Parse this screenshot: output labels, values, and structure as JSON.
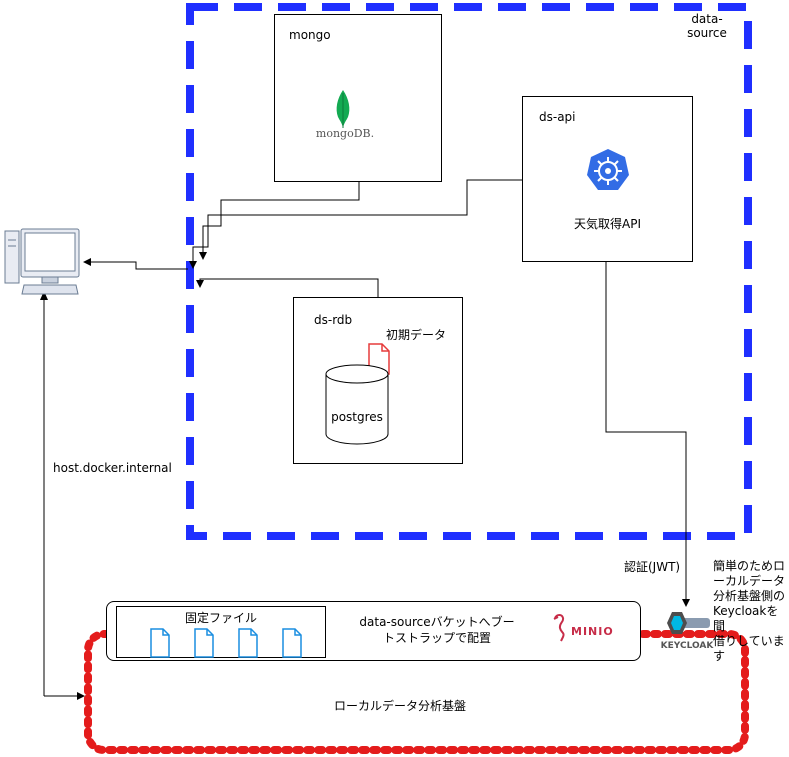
{
  "data_source": {
    "label": "data-\nsource",
    "mongo": {
      "title": "mongo",
      "logo_text": "mongoDB.",
      "logo_icon": "mongodb-leaf-icon"
    },
    "ds_api": {
      "title": "ds-api",
      "service_label": "天気取得API",
      "logo_icon": "kubernetes-icon"
    },
    "ds_rdb": {
      "title": "ds-rdb",
      "initial_data_label": "初期データ",
      "db_label": "postgres",
      "file_icon": "file-icon"
    }
  },
  "client": {
    "icon": "desktop-computer-icon",
    "connection_label": "host.docker.internal"
  },
  "auth": {
    "label": "認証(JWT)",
    "keycloak_text": "KEYCLOAK",
    "note": "簡単のためロ\nーカルデータ\n分析基盤側の\nKeycloakを間\n借りしていま\nす"
  },
  "local_platform": {
    "label": "ローカルデータ分析基盤",
    "bucket_label": "data-sourceバケットへブー\nトストラップで配置",
    "fixed_files_label": "固定ファイル",
    "file_count": 4,
    "minio_text": "MINIO"
  },
  "colors": {
    "data_source_border": "#1f2fff",
    "local_platform_border": "#e41c1c",
    "mongo_leaf": "#13aa52",
    "kubernetes": "#326ce5",
    "file_blue": "#1a8ee0",
    "file_red": "#e63b3b"
  }
}
